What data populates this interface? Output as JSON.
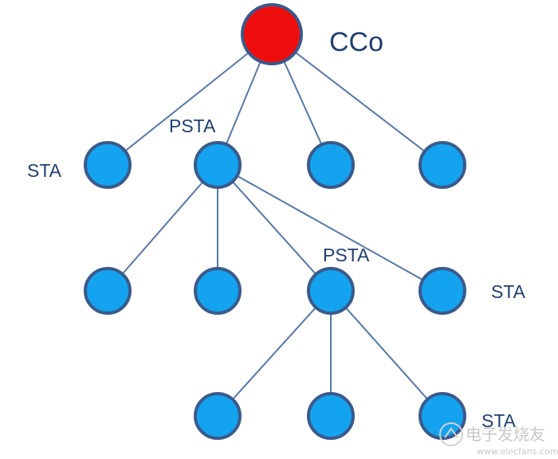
{
  "diagram": {
    "root": {
      "id": "cco",
      "label": "CCo",
      "color": "#ee0e0e"
    },
    "sta_color": "#14a3ef",
    "edge_color": "#5577a6",
    "level1_left_label": "STA",
    "level1_proxy_label": "PSTA",
    "level2_proxy_label": "PSTA",
    "level2_right_label": "STA",
    "level3_right_label": "STA",
    "edges": [
      [
        "cco",
        "l1a"
      ],
      [
        "cco",
        "l1b"
      ],
      [
        "cco",
        "l1c"
      ],
      [
        "cco",
        "l1d"
      ],
      [
        "l1b",
        "l2a"
      ],
      [
        "l1b",
        "l2b"
      ],
      [
        "l1b",
        "l2c"
      ],
      [
        "l1b",
        "l2d"
      ],
      [
        "l2c",
        "l3a"
      ],
      [
        "l2c",
        "l3b"
      ],
      [
        "l2c",
        "l3c"
      ]
    ]
  },
  "watermark": {
    "text": "电子发烧友",
    "url": "www.elecfans.com"
  }
}
